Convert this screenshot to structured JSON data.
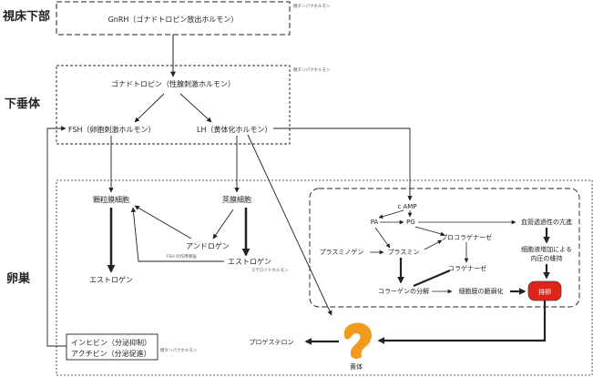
{
  "regions": {
    "hypothalamus": "視床下部",
    "pituitary": "下垂体",
    "ovary": "卵巣"
  },
  "nodes": {
    "gnrh": "GnRH（ゴナドトロピン放出ホルモン）",
    "gonadotropin": "ゴナドトロピン（性腺刺激ホルモン）",
    "fsh": "FSH（卵胞刺激ホルモン）",
    "lh": "LH（黄体化ホルモン）",
    "granulosa": "顆粒膜細胞",
    "theca": "莢膜細胞",
    "androgen": "アンドロゲン",
    "estrogen_theca": "エストロゲン",
    "estrogen_granulosa": "エストロゲン",
    "camp": "c AMP",
    "pa": "PA",
    "pg": "PG",
    "vascular": "血管透過性の亢進",
    "plasminogen": "プラスミノゲン",
    "plasmin": "プラスミン",
    "procollagenase": "プロコラゲナーゼ",
    "collagenase": "コラゲナーゼ",
    "collagen_breakdown": "コラーゲンの分解",
    "cell_membrane": "細胞膜の脆弱化",
    "fluid_line1": "細胞液増加による",
    "fluid_line2": "内圧の維持",
    "ovulation": "排卵",
    "progesterone": "プロゲステロン",
    "corpus_luteum": "黄体",
    "inhibin": "インヒビン（分泌抑制）",
    "activin": "アクチビン（分泌促進）"
  },
  "notes": {
    "glycoprotein_1": "糖タンパクホルモン",
    "glycoprotein_2": "糖タンパクホルモン",
    "glycoprotein_3": "糖タンパクホルモン",
    "fsh_action": "FSH の作用増強",
    "steroid": "ステロイドホルモン"
  },
  "colors": {
    "ovulation_fill": "#e0241b",
    "corpus_luteum_fill": "#f29a1d",
    "line": "#222222"
  },
  "icons": {
    "corpus_luteum": "corpus-luteum-icon"
  }
}
